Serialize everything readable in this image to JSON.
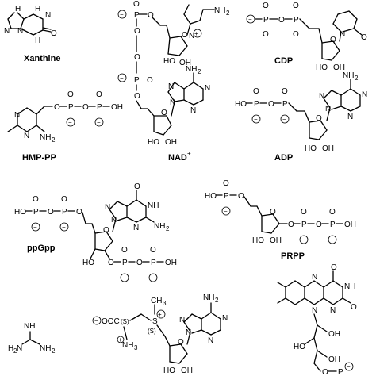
{
  "molecules": [
    {
      "id": "xanthine",
      "name": "Xanthine"
    },
    {
      "id": "nad",
      "name": "NAD",
      "name_sup": "+"
    },
    {
      "id": "cdp",
      "name": "CDP"
    },
    {
      "id": "hmppp",
      "name": "HMP-PP"
    },
    {
      "id": "adp",
      "name": "ADP"
    },
    {
      "id": "ppgpp",
      "name": "ppGpp"
    },
    {
      "id": "prpp",
      "name": "PRPP"
    },
    {
      "id": "guanidine",
      "name": ""
    },
    {
      "id": "sam",
      "name": ""
    },
    {
      "id": "fmn",
      "name": ""
    }
  ],
  "atoms": {
    "H": "H",
    "N": "N",
    "O": "O",
    "P": "P",
    "S": "S",
    "HO": "HO",
    "OH": "OH",
    "NH": "NH",
    "NH2": "NH",
    "sub2": "2",
    "NH3": "NH",
    "sub3": "3",
    "CH3": "CH",
    "minus": "−",
    "plus": "+",
    "S_stereo": "(S)",
    "OOC": "OOC"
  }
}
